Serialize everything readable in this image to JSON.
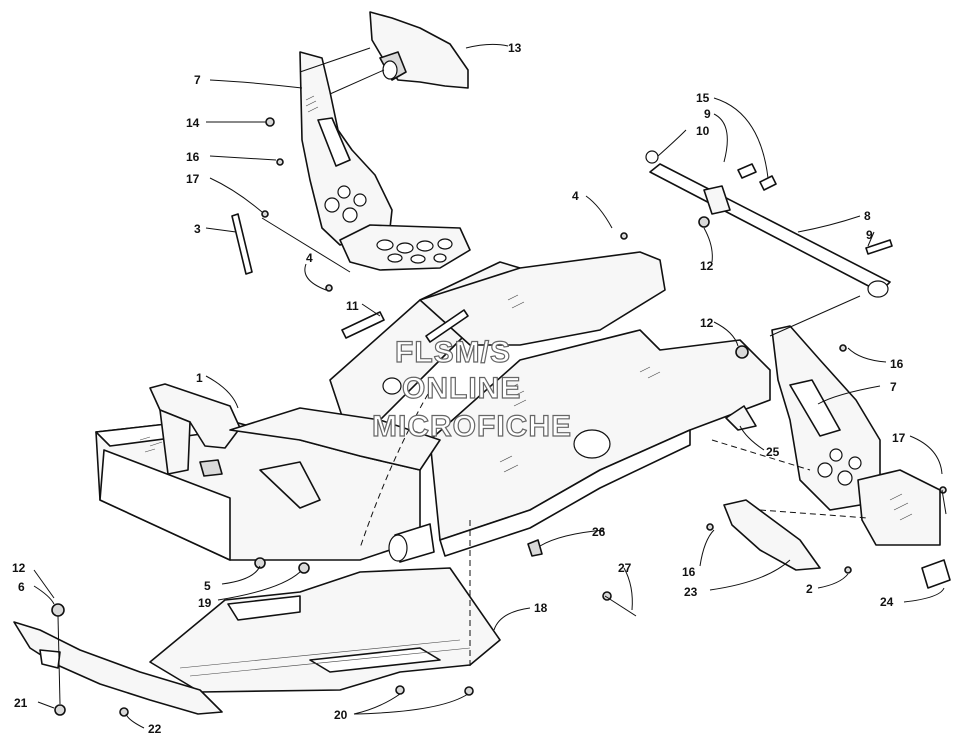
{
  "watermark": {
    "line1": "FLSM/S",
    "line2": "ONLINE",
    "line3": "MICROFICHE"
  },
  "callouts": {
    "c13": "13",
    "c7a": "7",
    "c14": "14",
    "c16a": "16",
    "c17a": "17",
    "c3": "3",
    "c15": "15",
    "c9a": "9",
    "c10": "10",
    "c4a": "4",
    "c8": "8",
    "c9b": "9",
    "c12a": "12",
    "c4b": "4",
    "c11": "11",
    "c12b": "12",
    "c16b": "16",
    "c7b": "7",
    "c1": "1",
    "c25": "25",
    "c17b": "17",
    "c26": "26",
    "c12c": "12",
    "c6": "6",
    "c5": "5",
    "c19": "19",
    "c27": "27",
    "c16c": "16",
    "c23": "23",
    "c2": "2",
    "c24": "24",
    "c18": "18",
    "c21": "21",
    "c22": "22",
    "c20": "20"
  }
}
